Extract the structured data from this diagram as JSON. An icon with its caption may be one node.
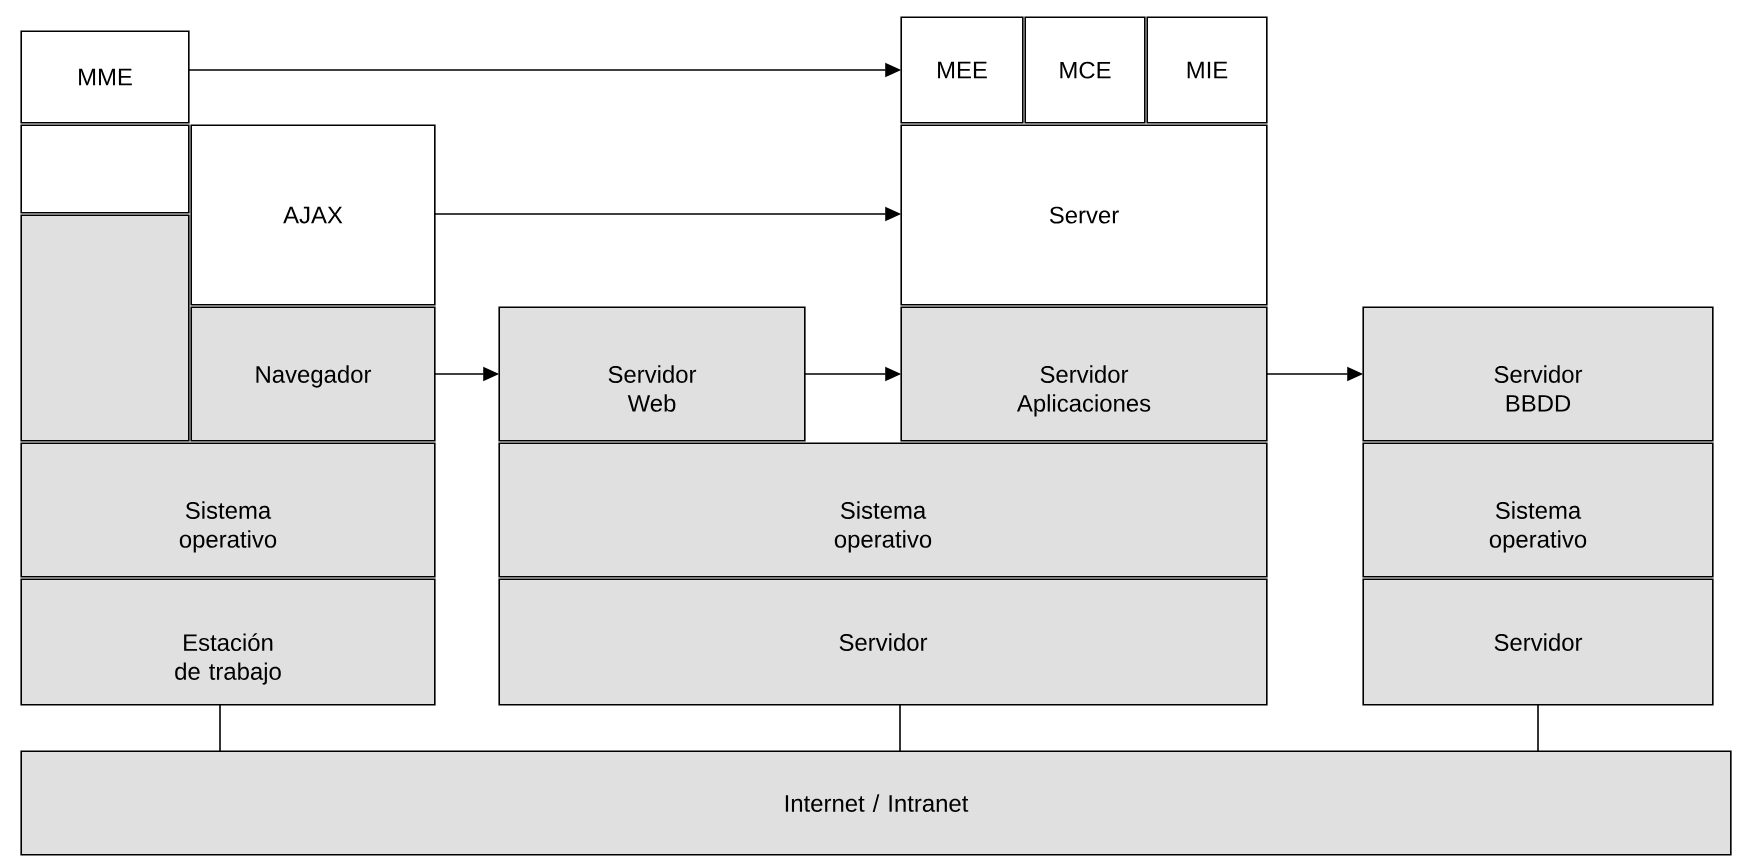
{
  "diagram": {
    "nodes": [
      {
        "text": [
          "MME"
        ]
      },
      {
        "text": [],
        "shape": "box"
      },
      {
        "text": [
          "AJAX"
        ]
      },
      {
        "text": [],
        "shape": "box"
      },
      {
        "text": [
          "Navegador"
        ]
      },
      {
        "text": [
          "Servidor Web"
        ]
      },
      {
        "text": [
          "MEE"
        ]
      },
      {
        "text": [
          "MCE"
        ]
      },
      {
        "text": [
          "MIE"
        ]
      },
      {
        "text": [
          "Server"
        ]
      },
      {
        "text": [
          "Servidor Aplicaciones"
        ]
      },
      {
        "text": [
          "Servidor BBDD"
        ]
      },
      {
        "text": [
          "Sistema operativo"
        ]
      },
      {
        "text": [
          "Sistema operativo"
        ]
      },
      {
        "text": [
          "Sistema operativo"
        ]
      },
      {
        "text": [
          "Estación de trabajo"
        ]
      },
      {
        "text": [
          "Servidor"
        ]
      },
      {
        "text": [
          "Servidor"
        ]
      },
      {
        "text": [
          "Internet / Intranet"
        ]
      }
    ],
    "edges": [
      {
        "from": 0,
        "to": 6,
        "arrow": "to"
      },
      {
        "from": 2,
        "to": 9,
        "arrow": "to"
      },
      {
        "from": 4,
        "to": 5,
        "arrow": "to"
      },
      {
        "from": 5,
        "to": 10,
        "arrow": "to"
      },
      {
        "from": 10,
        "to": 11,
        "arrow": "to"
      },
      {
        "from": 15,
        "to": 18,
        "arrow": "none"
      },
      {
        "from": 16,
        "to": 18,
        "arrow": "none"
      },
      {
        "from": 17,
        "to": 18,
        "arrow": "none"
      }
    ]
  }
}
